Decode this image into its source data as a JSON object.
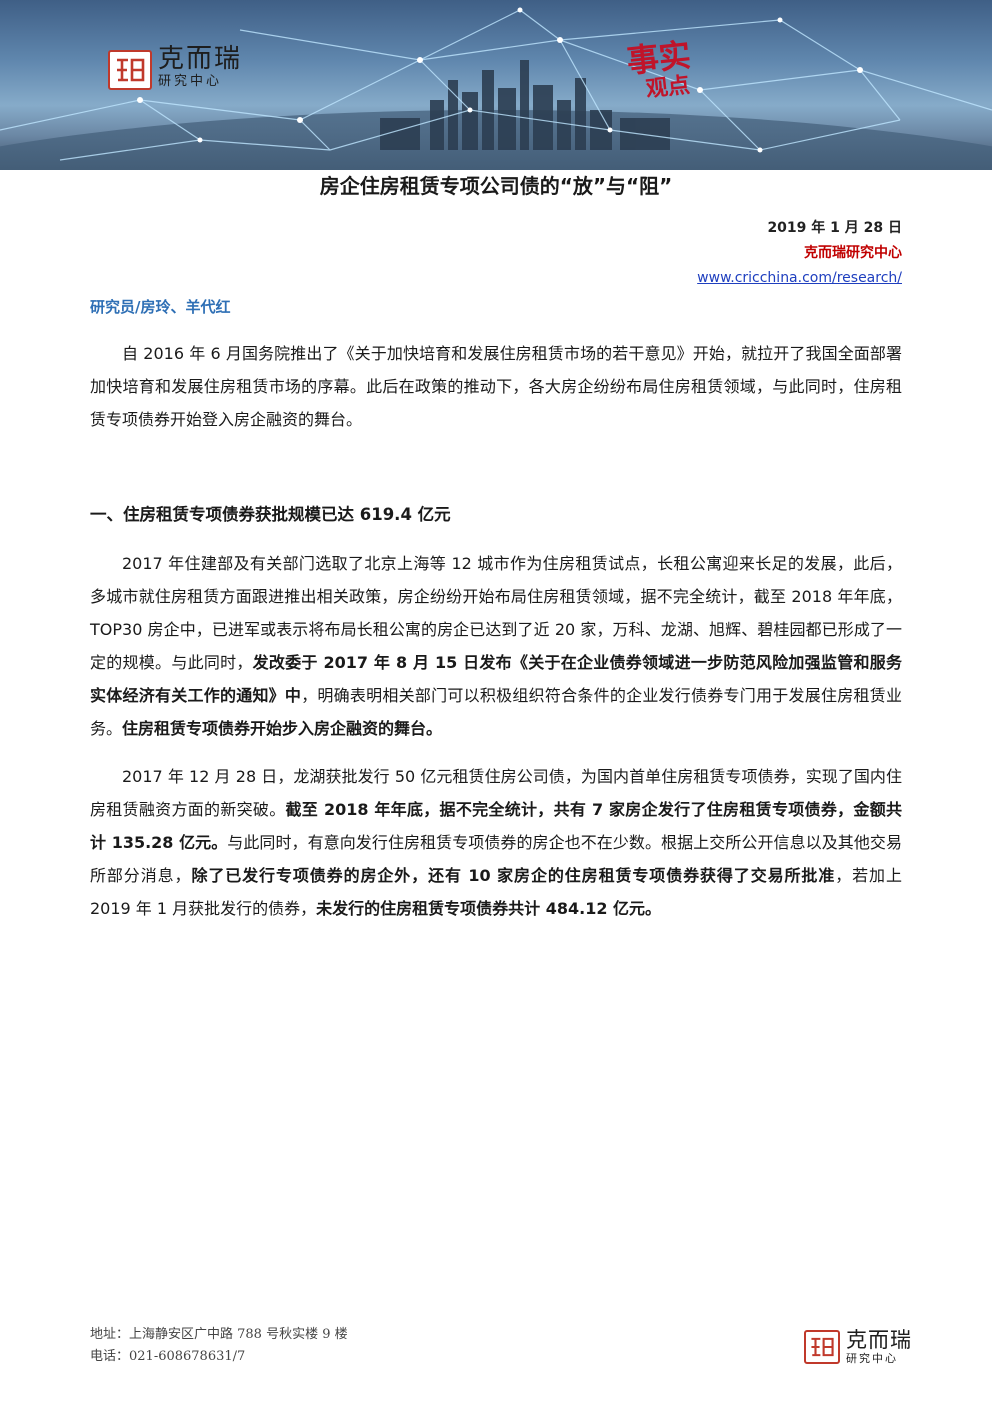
{
  "banner": {
    "brand_name": "克而瑞",
    "brand_sub": "研究中心",
    "slogan_line1": "事实",
    "slogan_line2": "观点"
  },
  "title": "房企住房租赁专项公司债的“放”与“阻”",
  "meta": {
    "date": "2019 年 1 月 28 日",
    "org": "克而瑞研究中心",
    "url": "www.cricchina.com/research/"
  },
  "authors": "研究员/房玲、羊代红",
  "paragraph1": "自 2016 年 6 月国务院推出了《关于加快培育和发展住房租赁市场的若干意见》开始，就拉开了我国全面部署加快培育和发展住房租赁市场的序幕。此后在政策的推动下，各大房企纷纷布局住房租赁领域，与此同时，住房租赁专项债券开始登入房企融资的舞台。",
  "section1": {
    "heading": "一、住房租赁专项债券获批规模已达 619.4 亿元",
    "p2": [
      {
        "text": "2017 年住建部及有关部门选取了北京上海等 12 城市作为住房租赁试点，长租公寓迎来长足的发展，此后，多城市就住房租赁方面跟进推出相关政策，房企纷纷开始布局住房租赁领域，据不完全统计，截至 2018 年年底，TOP30 房企中，已进军或表示将布局长租公寓的房企已达到了近 20 家，万科、龙湖、旭辉、碧桂园都已形成了一定的规模。与此同时，",
        "bold": false
      },
      {
        "text": "发改委于 2017 年 8 月 15 日发布《关于在企业债券领域进一步防范风险加强监管和服务实体经济有关工作的通知》中",
        "bold": true
      },
      {
        "text": "，明确表明相关部门可以积极组织符合条件的企业发行债券专门用于发展住房租赁业务。",
        "bold": false
      },
      {
        "text": "住房租赁专项债券开始步入房企融资的舞台。",
        "bold": true
      }
    ],
    "p3": [
      {
        "text": "2017 年 12 月 28 日，龙湖获批发行 50 亿元租赁住房公司债，为国内首单住房租赁专项债券，实现了国内住房租赁融资方面的新突破。",
        "bold": false
      },
      {
        "text": "截至 2018 年年底，据不完全统计，共有 7 家房企发行了住房租赁专项债券，金额共计 135.28 亿元。",
        "bold": true
      },
      {
        "text": "与此同时，有意向发行住房租赁专项债券的房企也不在少数。根据上交所公开信息以及其他交易所部分消息，",
        "bold": false
      },
      {
        "text": "除了已发行专项债券的房企外，还有 10 家房企的住房租赁专项债券获得了交易所批准",
        "bold": true
      },
      {
        "text": "，若加上 2019 年 1 月获批发行的债券，",
        "bold": false
      },
      {
        "text": "未发行的住房租赁专项债券共计 484.12 亿元。",
        "bold": true
      }
    ]
  },
  "footer": {
    "address": "地址：上海静安区广中路 788 号秋实楼 9 楼",
    "phone": "电话：021-60867863",
    "page": "1/7",
    "brand_name": "克而瑞",
    "brand_sub": "研究中心"
  },
  "colors": {
    "brand_red": "#c00000",
    "link_blue": "#1f3fbf",
    "author_blue": "#2e6fb5"
  }
}
